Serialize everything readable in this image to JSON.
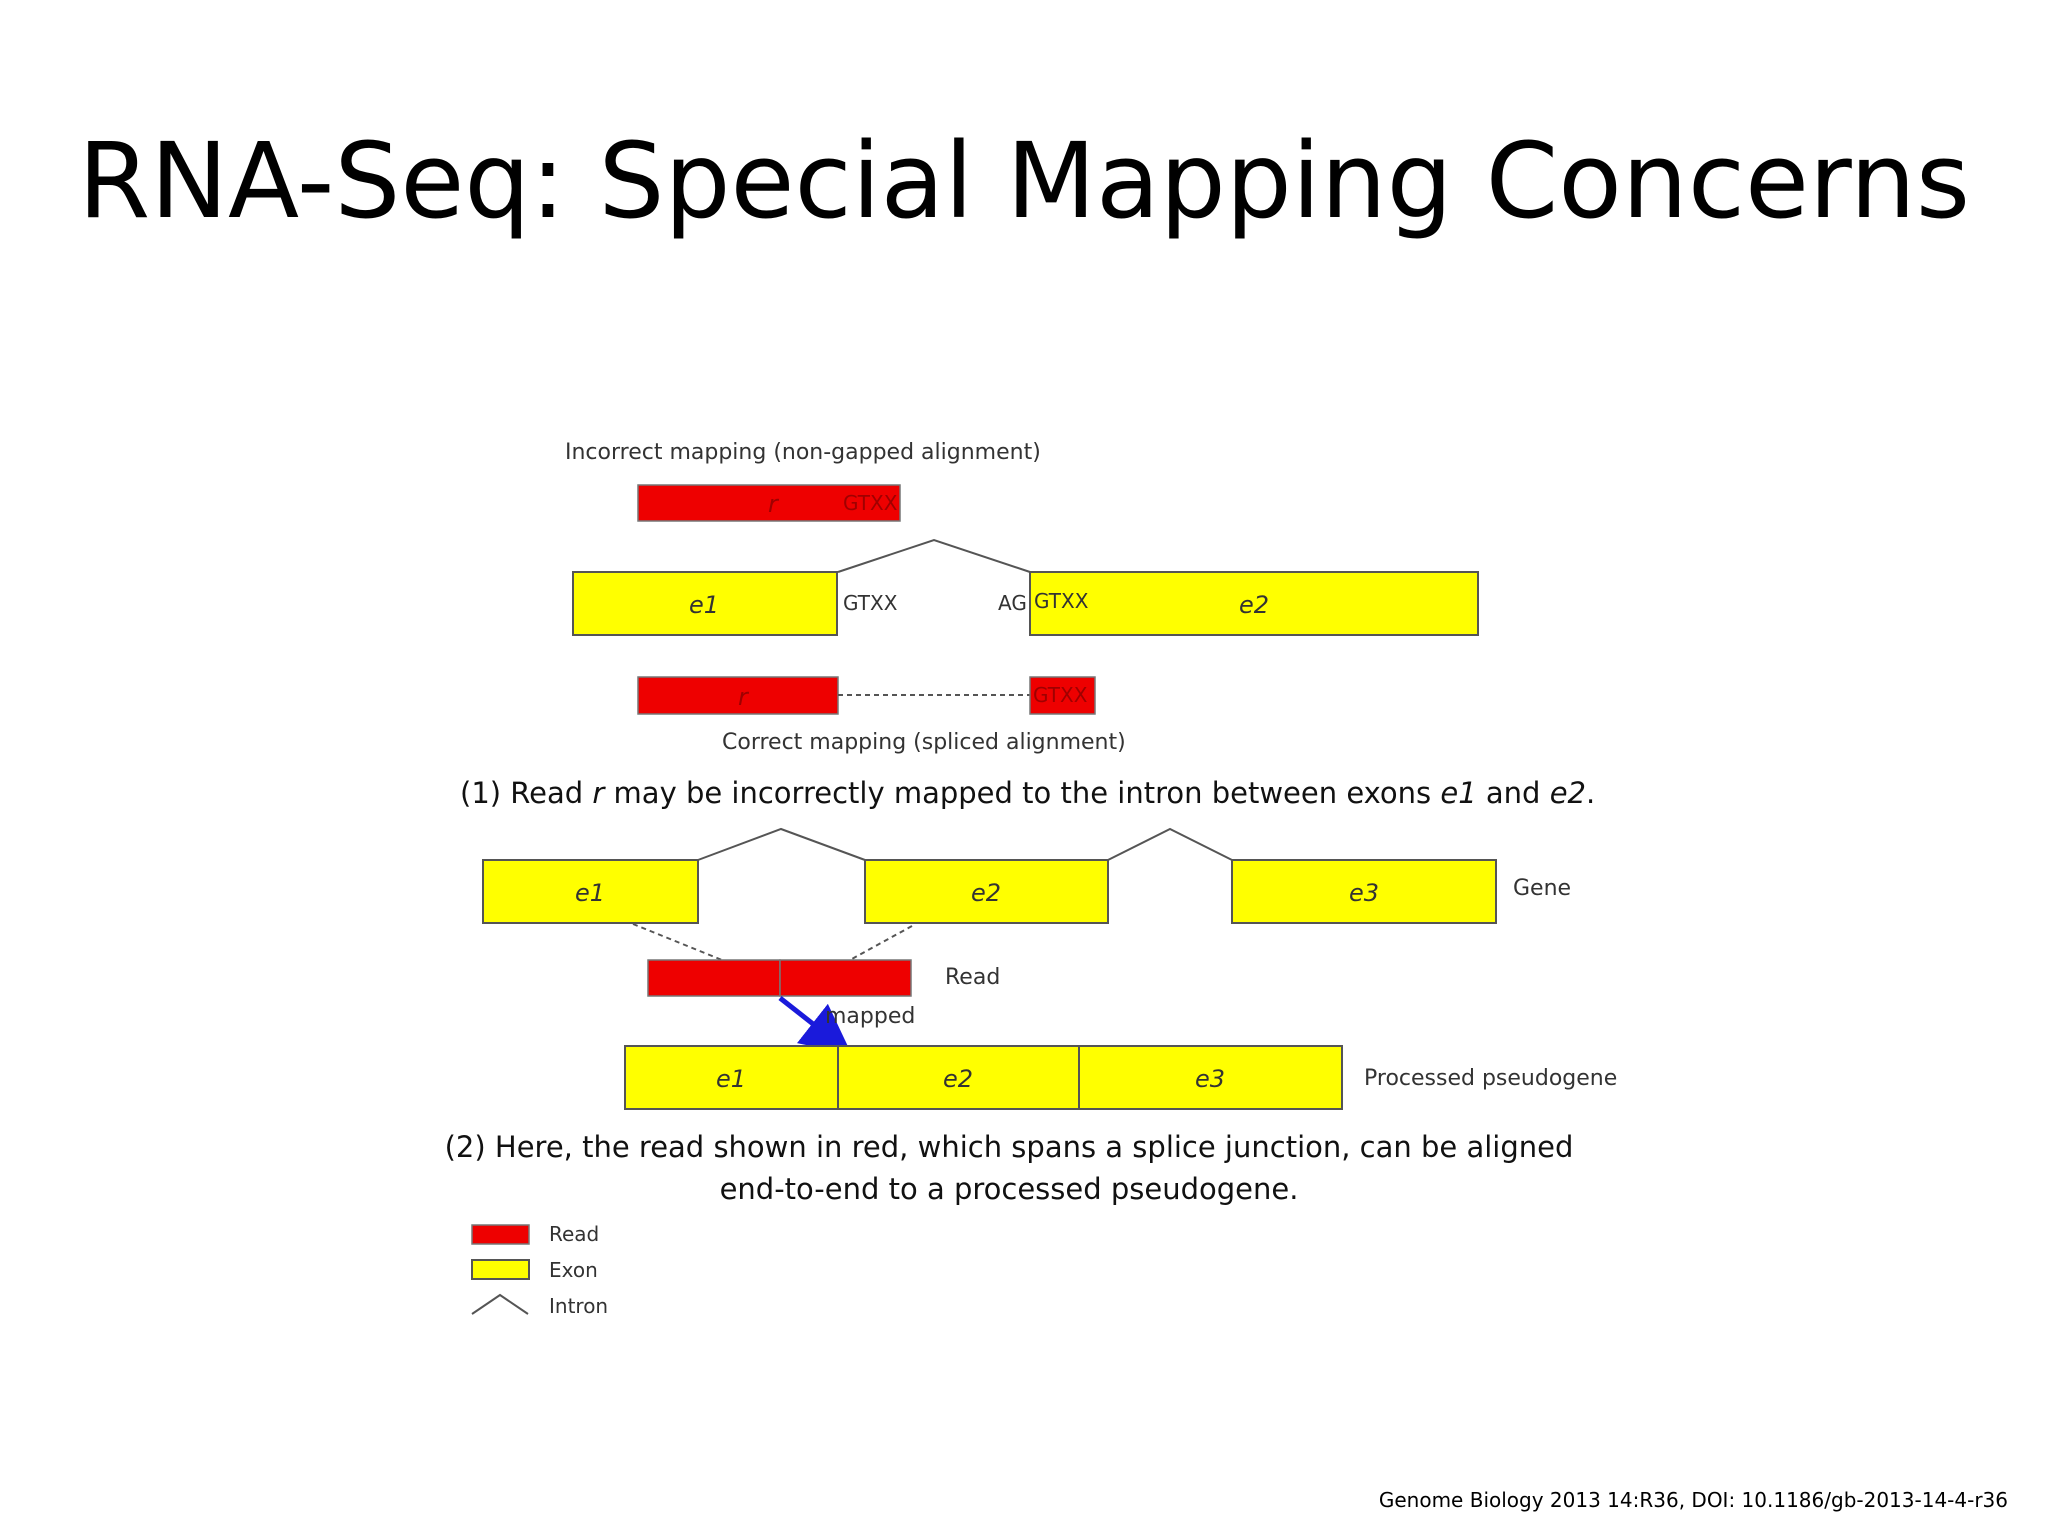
{
  "slide": {
    "title": "RNA-Seq: Special Mapping Concerns",
    "citation": "Genome Biology 2013 14:R36, DOI: 10.1186/gb-2013-14-4-r36"
  },
  "colors": {
    "read": "#ee0000",
    "exon": "#ffff00",
    "arrow": "#1a1adb",
    "line": "#555555"
  },
  "figure1": {
    "incorrect_label": "Incorrect mapping (non-gapped alignment)",
    "correct_label": "Correct mapping (spliced alignment)",
    "read_label": "r",
    "gtxx": "GTXX",
    "ag": "AG",
    "exon1": "e1",
    "exon2": "e2",
    "caption": {
      "p1": "(1) Read ",
      "r": "r",
      "p2": " may be incorrectly mapped to the intron between exons ",
      "e1": "e1",
      "p3": " and ",
      "e2": "e2",
      "p4": "."
    }
  },
  "figure2": {
    "gene_label": "Gene",
    "read_label": "Read",
    "mapped_label": "mapped",
    "pseudogene_label": "Processed pseudogene",
    "exons": [
      "e1",
      "e2",
      "e3"
    ],
    "caption_line1": "(2) Here, the read shown in red, which spans a splice junction, can be aligned",
    "caption_line2": "end-to-end to a processed pseudogene."
  },
  "legend": {
    "read": "Read",
    "exon": "Exon",
    "intron": "Intron"
  }
}
